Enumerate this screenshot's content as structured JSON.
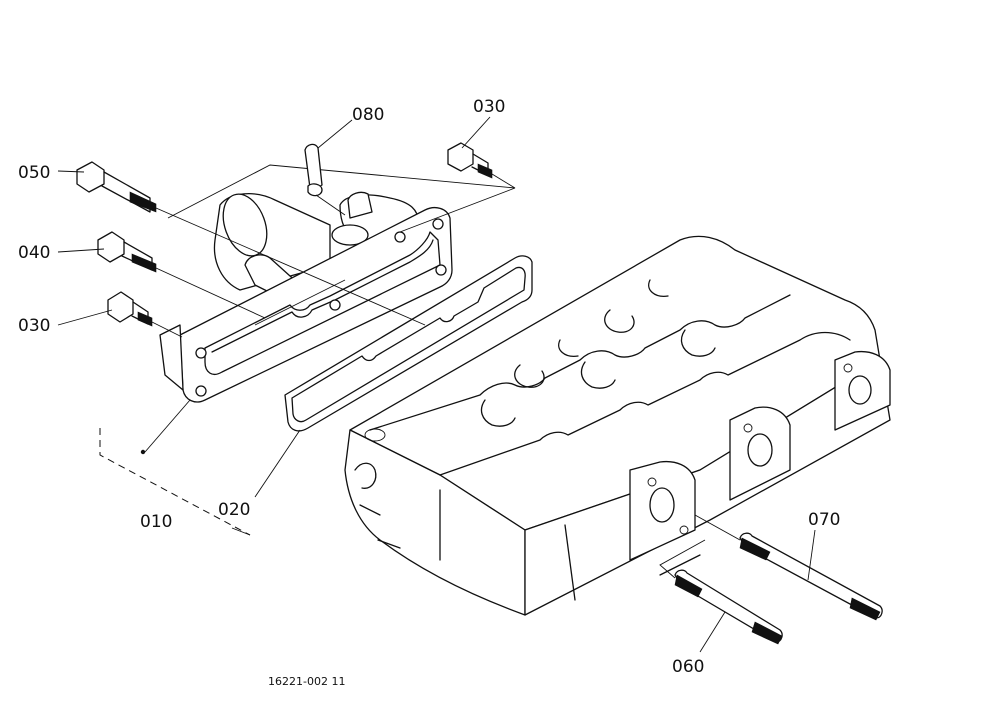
{
  "labels": {
    "p080": "080",
    "p030_top": "030",
    "p050": "050",
    "p040": "040",
    "p030_left": "030",
    "p010": "010",
    "p020": "020",
    "p070": "070",
    "p060": "060"
  },
  "drawing_code": "16221-002 11"
}
